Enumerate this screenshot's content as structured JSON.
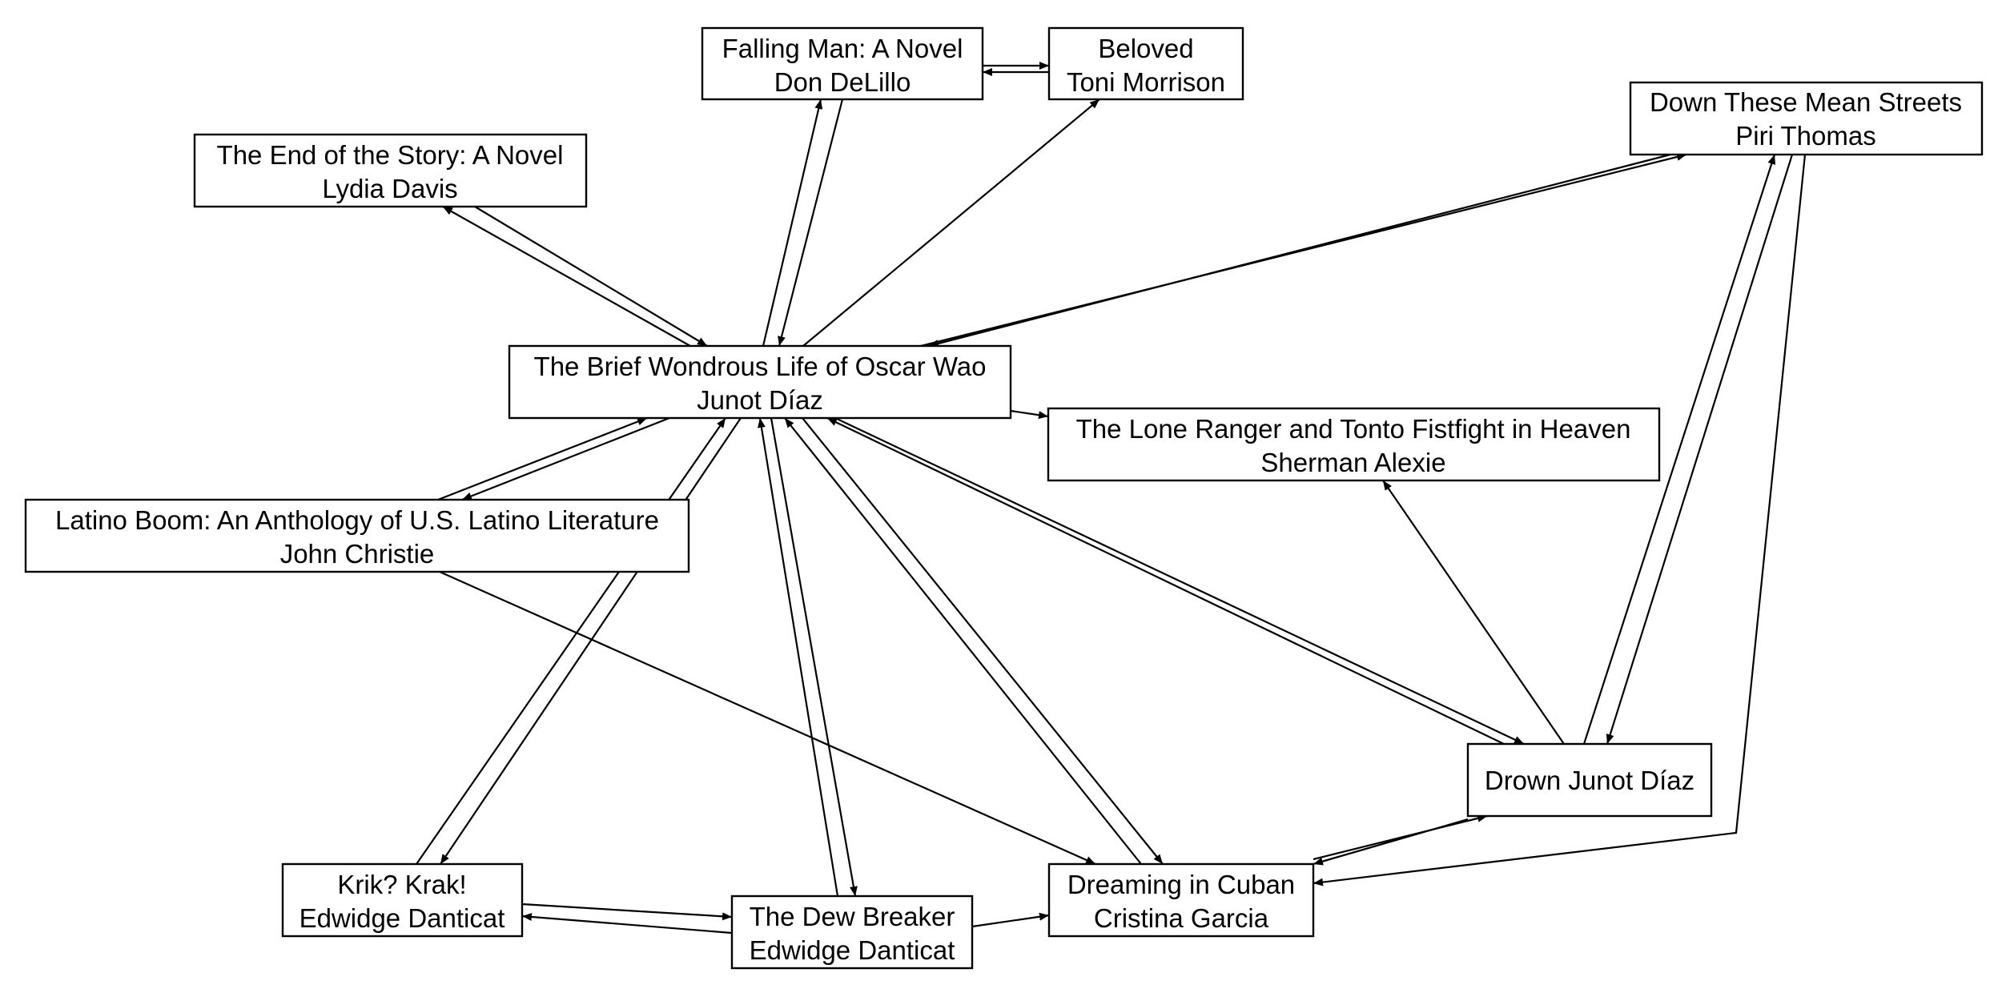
{
  "nodes": [
    {
      "id": "falling",
      "title": "Falling Man: A Novel",
      "author": "Don DeLillo"
    },
    {
      "id": "beloved",
      "title": "Beloved",
      "author": "Toni Morrison"
    },
    {
      "id": "down",
      "title": "Down These Mean Streets",
      "author": "Piri Thomas"
    },
    {
      "id": "endstory",
      "title": "The End of the Story: A Novel",
      "author": "Lydia Davis"
    },
    {
      "id": "oscar",
      "title": "The Brief Wondrous Life of Oscar Wao",
      "author": "Junot Díaz"
    },
    {
      "id": "lone",
      "title": "The Lone Ranger and Tonto Fistfight in Heaven",
      "author": "Sherman Alexie"
    },
    {
      "id": "latino",
      "title": "Latino Boom: An Anthology of U.S. Latino Literature",
      "author": "John Christie"
    },
    {
      "id": "drown",
      "title": "Drown Junot Díaz",
      "author": ""
    },
    {
      "id": "krik",
      "title": "Krik? Krak!",
      "author": "Edwidge Danticat"
    },
    {
      "id": "dew",
      "title": "The Dew Breaker",
      "author": "Edwidge Danticat"
    },
    {
      "id": "dreaming",
      "title": "Dreaming in Cuban",
      "author": "Cristina Garcia"
    }
  ],
  "edges": [
    {
      "from": "falling",
      "to": "beloved"
    },
    {
      "from": "beloved",
      "to": "falling"
    },
    {
      "from": "oscar",
      "to": "falling"
    },
    {
      "from": "falling",
      "to": "oscar"
    },
    {
      "from": "oscar",
      "to": "beloved"
    },
    {
      "from": "oscar",
      "to": "endstory"
    },
    {
      "from": "endstory",
      "to": "oscar"
    },
    {
      "from": "oscar",
      "to": "down"
    },
    {
      "from": "down",
      "to": "oscar"
    },
    {
      "from": "oscar",
      "to": "lone"
    },
    {
      "from": "oscar",
      "to": "latino"
    },
    {
      "from": "latino",
      "to": "oscar"
    },
    {
      "from": "oscar",
      "to": "krik"
    },
    {
      "from": "krik",
      "to": "oscar"
    },
    {
      "from": "oscar",
      "to": "dew"
    },
    {
      "from": "dew",
      "to": "oscar"
    },
    {
      "from": "oscar",
      "to": "dreaming"
    },
    {
      "from": "dreaming",
      "to": "oscar"
    },
    {
      "from": "oscar",
      "to": "drown"
    },
    {
      "from": "drown",
      "to": "oscar"
    },
    {
      "from": "latino",
      "to": "dreaming"
    },
    {
      "from": "krik",
      "to": "dew"
    },
    {
      "from": "dew",
      "to": "krik"
    },
    {
      "from": "dew",
      "to": "dreaming"
    },
    {
      "from": "drown",
      "to": "dreaming"
    },
    {
      "from": "dreaming",
      "to": "drown"
    },
    {
      "from": "drown",
      "to": "lone"
    },
    {
      "from": "drown",
      "to": "down"
    },
    {
      "from": "down",
      "to": "drown"
    },
    {
      "from": "down",
      "to": "dreaming"
    }
  ]
}
